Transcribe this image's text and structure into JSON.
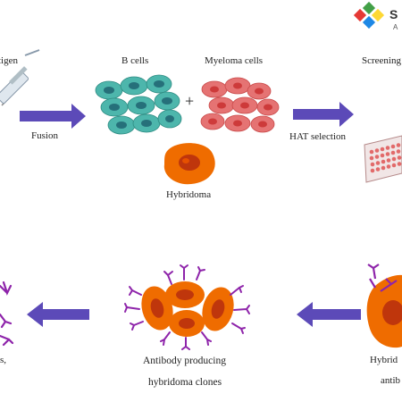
{
  "logo": {
    "letter": "S",
    "sub_letter": "A",
    "colors": [
      "#e53935",
      "#43a047",
      "#1e88e5",
      "#fdd835"
    ]
  },
  "labels": {
    "antigen": "tigen",
    "b_cells": "B cells",
    "myeloma_cells": "Myeloma cells",
    "screening": "Screening",
    "plus": "+",
    "fusion": "Fusion",
    "hat_selection": "HAT selection",
    "hybridoma": "Hybridoma",
    "antibody_producing": "Antibody producing",
    "hybridoma_clones": "hybridoma clones",
    "bottom_left_fragment": "s,",
    "bottom_right_line1": "Hybrid",
    "bottom_right_line2": "antib"
  },
  "colors": {
    "b_cell": "#4db6ac",
    "b_cell_nucleus": "#26707a",
    "myeloma_cell": "#e57373",
    "myeloma_nucleus": "#c62828",
    "hybridoma": "#ef6c00",
    "hybridoma_nucleus": "#bf360c",
    "antibody": "#8e24aa",
    "arrow": "#5c4ab8",
    "plate": "#e26a6a"
  }
}
